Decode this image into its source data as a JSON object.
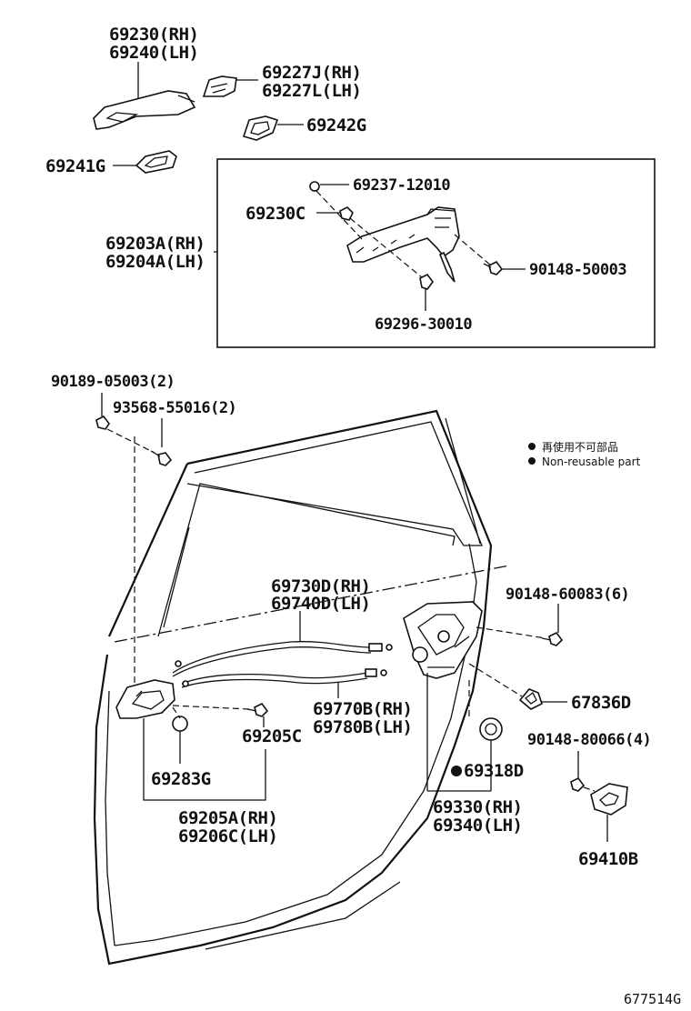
{
  "labels": {
    "p69230": "69230(RH)",
    "p69240": "69240(LH)",
    "p69227J": "69227J(RH)",
    "p69227L": "69227L(LH)",
    "p69242G": "69242G",
    "p69241G": "69241G",
    "p69237": "69237-12010",
    "p69230C": "69230C",
    "p69203A": "69203A(RH)",
    "p69204A": "69204A(LH)",
    "p90148_50003": "90148-50003",
    "p69296": "69296-30010",
    "p90189": "90189-05003(2)",
    "p93568": "93568-55016(2)",
    "p69730D": "69730D(RH)",
    "p69740D": "69740D(LH)",
    "p90148_60083": "90148-60083(6)",
    "p69770B": "69770B(RH)",
    "p69780B": "69780B(LH)",
    "p67836D": "67836D",
    "p69205C": "69205C",
    "p69283G": "69283G",
    "p90148_80066": "90148-80066(4)",
    "p69318D": "69318D",
    "p69205A": "69205A(RH)",
    "p69206C": "69206C(LH)",
    "p69330": "69330(RH)",
    "p69340": "69340(LH)",
    "p69410B": "69410B"
  },
  "legend": {
    "jp": "再使用不可部品",
    "en": "Non-reusable part"
  },
  "diagram_code": "677514G"
}
